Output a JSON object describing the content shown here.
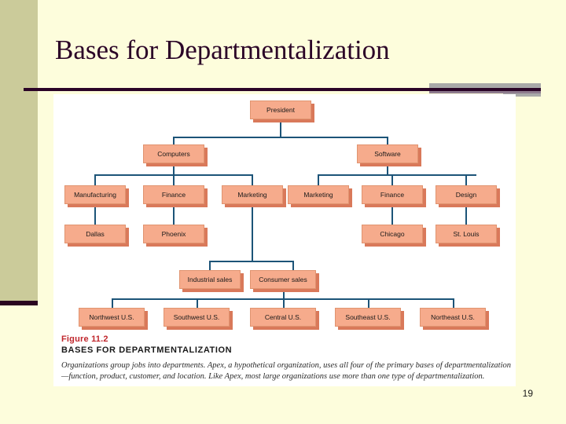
{
  "slide": {
    "title": "Bases for Departmentalization",
    "page_number": "19",
    "colors": {
      "background": "#fdfddc",
      "left_band": "#cbcb9a",
      "title_text": "#2b0427",
      "rule_dark": "#2b0427",
      "rule_gray": "#a9a9a9",
      "rule_mauve": "#8e7b8e",
      "node_fill": "#f6ab8c",
      "node_shadow": "#d9795a",
      "connector": "#1c5478",
      "figure_number": "#c0272d",
      "panel": "#ffffff"
    }
  },
  "figure": {
    "number": "Figure 11.2",
    "title": "BASES FOR DEPARTMENTALIZATION",
    "description": "Organizations group jobs into departments. Apex, a hypothetical organization, uses all four of the primary bases of departmentalization—function, product, customer, and location. Like Apex, most large organizations use more than one type of departmentalization."
  },
  "chart_data": {
    "type": "org-chart",
    "title": "BASES FOR DEPARTMENTALIZATION",
    "root": "President",
    "levels": [
      {
        "level": 0,
        "basis": "top",
        "nodes": [
          "President"
        ]
      },
      {
        "level": 1,
        "basis": "product",
        "nodes": [
          "Computers",
          "Software"
        ]
      },
      {
        "level": 2,
        "basis": "function",
        "nodes": [
          "Manufacturing",
          "Finance",
          "Marketing",
          "Marketing",
          "Finance",
          "Design"
        ]
      },
      {
        "level": 3,
        "basis": "location",
        "nodes": [
          "Dallas",
          "Phoenix",
          "Chicago",
          "St. Louis"
        ]
      },
      {
        "level": 4,
        "basis": "customer",
        "nodes": [
          "Industrial sales",
          "Consumer sales"
        ]
      },
      {
        "level": 5,
        "basis": "location",
        "nodes": [
          "Northwest U.S.",
          "Southwest U.S.",
          "Central U.S.",
          "Southeast U.S.",
          "Northeast U.S."
        ]
      }
    ],
    "nodes": {
      "president": "President",
      "computers": "Computers",
      "software": "Software",
      "manufacturing": "Manufacturing",
      "finance_left": "Finance",
      "marketing_left": "Marketing",
      "marketing_right": "Marketing",
      "finance_right": "Finance",
      "design": "Design",
      "dallas": "Dallas",
      "phoenix": "Phoenix",
      "chicago": "Chicago",
      "st_louis": "St. Louis",
      "industrial_sales": "Industrial sales",
      "consumer_sales": "Consumer sales",
      "northwest": "Northwest U.S.",
      "southwest": "Southwest U.S.",
      "central": "Central U.S.",
      "southeast": "Southeast U.S.",
      "northeast": "Northeast U.S."
    },
    "edges": [
      [
        "President",
        "Computers"
      ],
      [
        "President",
        "Software"
      ],
      [
        "Computers",
        "Manufacturing"
      ],
      [
        "Computers",
        "Finance"
      ],
      [
        "Computers",
        "Marketing"
      ],
      [
        "Software",
        "Marketing"
      ],
      [
        "Software",
        "Finance"
      ],
      [
        "Software",
        "Design"
      ],
      [
        "Manufacturing",
        "Dallas"
      ],
      [
        "Finance",
        "Phoenix"
      ],
      [
        "Finance",
        "Chicago"
      ],
      [
        "Design",
        "St. Louis"
      ],
      [
        "Marketing",
        "Industrial sales"
      ],
      [
        "Marketing",
        "Consumer sales"
      ],
      [
        "Consumer sales",
        "Northwest U.S."
      ],
      [
        "Consumer sales",
        "Southwest U.S."
      ],
      [
        "Consumer sales",
        "Central U.S."
      ],
      [
        "Consumer sales",
        "Southeast U.S."
      ],
      [
        "Consumer sales",
        "Northeast U.S."
      ]
    ]
  }
}
